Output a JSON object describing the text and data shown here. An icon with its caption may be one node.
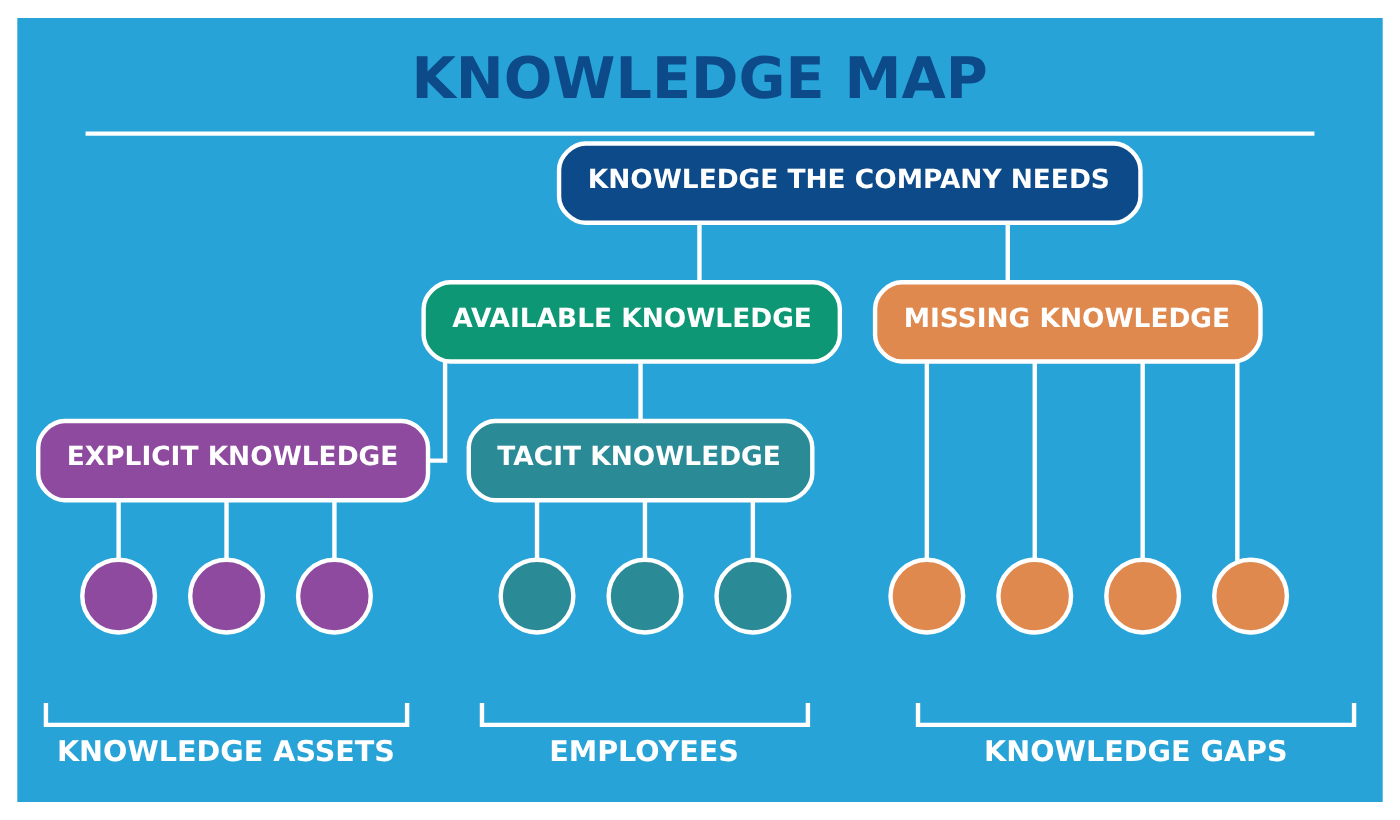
{
  "diagram": {
    "title": "KNOWLEDGE MAP",
    "nodes": [
      {
        "text": [
          "KNOWLEDGE THE COMPANY NEEDS"
        ]
      },
      {
        "text": [
          "AVAILABLE KNOWLEDGE"
        ]
      },
      {
        "text": [
          "MISSING KNOWLEDGE"
        ]
      },
      {
        "text": [
          "EXPLICIT KNOWLEDGE"
        ]
      },
      {
        "text": [
          "TACIT KNOWLEDGE"
        ]
      },
      {
        "text": [],
        "shape": "circle"
      },
      {
        "text": [],
        "shape": "circle"
      },
      {
        "text": [],
        "shape": "circle"
      },
      {
        "text": [],
        "shape": "circle"
      },
      {
        "text": [],
        "shape": "circle"
      },
      {
        "text": [],
        "shape": "circle"
      },
      {
        "text": [],
        "shape": "circle"
      },
      {
        "text": [],
        "shape": "circle"
      },
      {
        "text": [],
        "shape": "circle"
      },
      {
        "text": [],
        "shape": "circle"
      }
    ],
    "edges": [
      {
        "from": 0,
        "to": 1,
        "arrow": "none"
      },
      {
        "from": 0,
        "to": 2,
        "arrow": "none"
      },
      {
        "from": 1,
        "to": 3,
        "arrow": "none"
      },
      {
        "from": 1,
        "to": 4,
        "arrow": "none"
      },
      {
        "from": 3,
        "to": 5,
        "arrow": "none"
      },
      {
        "from": 3,
        "to": 6,
        "arrow": "none"
      },
      {
        "from": 3,
        "to": 7,
        "arrow": "none"
      },
      {
        "from": 4,
        "to": 8,
        "arrow": "none"
      },
      {
        "from": 4,
        "to": 9,
        "arrow": "none"
      },
      {
        "from": 4,
        "to": 10,
        "arrow": "none"
      },
      {
        "from": 2,
        "to": 11,
        "arrow": "none"
      },
      {
        "from": 2,
        "to": 12,
        "arrow": "none"
      },
      {
        "from": 2,
        "to": 13,
        "arrow": "none"
      },
      {
        "from": 2,
        "to": 14,
        "arrow": "none"
      }
    ],
    "labels": [
      "KNOWLEDGE ASSETS",
      "EMPLOYEES",
      "KNOWLEDGE GAPS"
    ]
  }
}
